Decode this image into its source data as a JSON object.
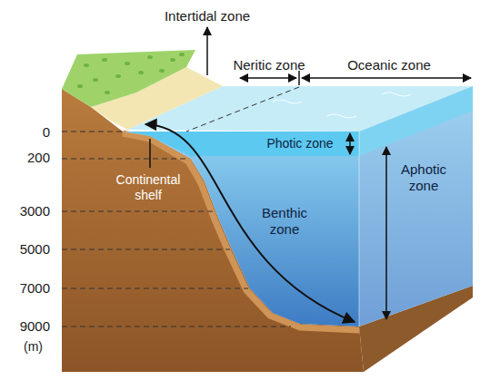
{
  "diagram": {
    "labels": [
      "Intertidal zone",
      "Neritic zone",
      "Oceanic zone",
      "0",
      "200",
      "Photic zone",
      "Aphotic zone",
      "Continental shelf",
      "3000",
      "Benthic zone",
      "5000",
      "7000",
      "9000",
      "(m)"
    ]
  }
}
